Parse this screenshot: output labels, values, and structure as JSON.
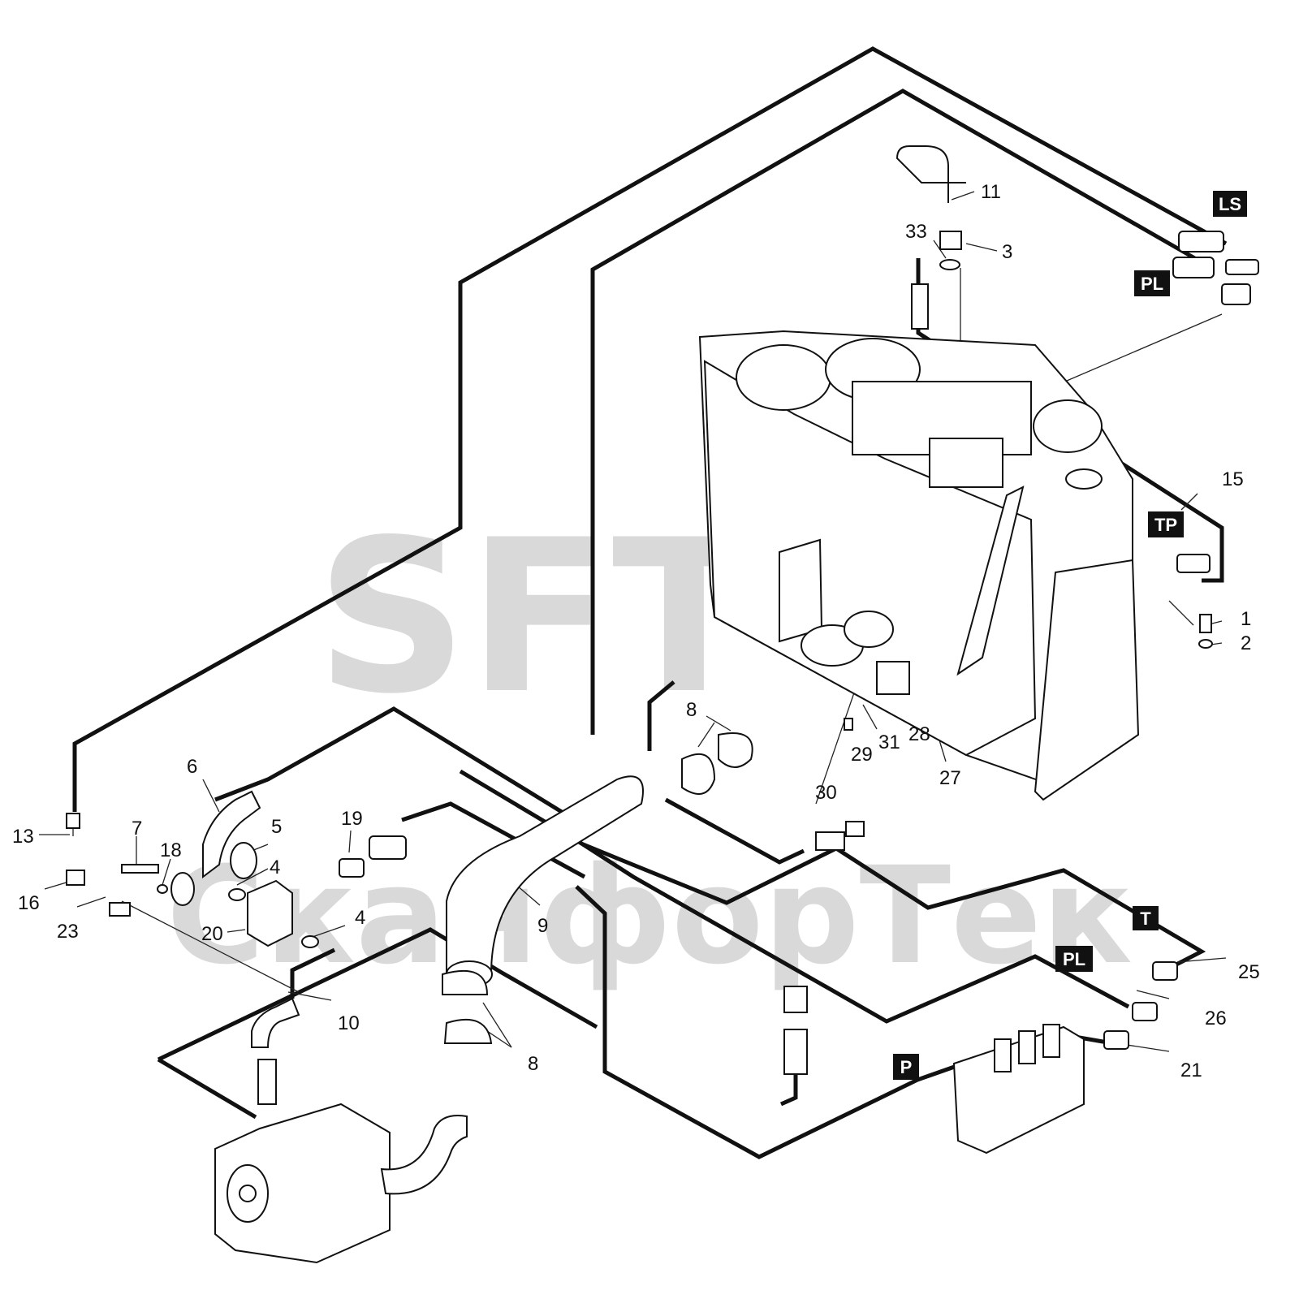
{
  "watermark": {
    "line1": "SFT",
    "line2": "СканфорТек"
  },
  "port_tags": {
    "ls": "LS",
    "pl_top": "PL",
    "tp": "TP",
    "t": "T",
    "pl_bottom": "PL",
    "p": "P"
  },
  "callouts": {
    "c1": "1",
    "c2": "2",
    "c3": "3",
    "c4a": "4",
    "c4b": "4",
    "c5": "5",
    "c6": "6",
    "c7": "7",
    "c8a": "8",
    "c8b": "8",
    "c9": "9",
    "c10": "10",
    "c11": "11",
    "c13": "13",
    "c15": "15",
    "c16": "16",
    "c18": "18",
    "c19": "19",
    "c20": "20",
    "c21": "21",
    "c23": "23",
    "c25": "25",
    "c26": "26",
    "c27": "27",
    "c28": "28",
    "c29": "29",
    "c30": "30",
    "c31": "31",
    "c33": "33"
  },
  "colors": {
    "line": "#111111",
    "tag_bg": "#111111",
    "tag_text": "#ffffff",
    "watermark": "#d9d9d9"
  }
}
